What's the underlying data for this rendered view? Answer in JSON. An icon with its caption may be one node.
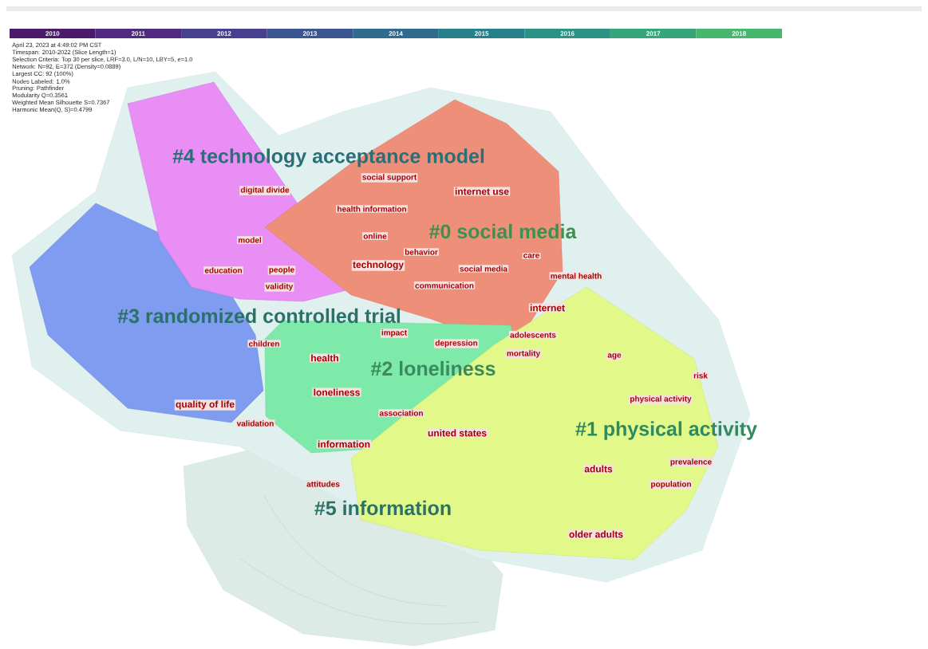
{
  "diagram": {
    "nodes": [
      {
        "text": [
          "#4 technology acceptance model"
        ]
      },
      {
        "text": [
          "#0 social media"
        ]
      },
      {
        "text": [
          "#3 randomized controlled trial"
        ]
      },
      {
        "text": [
          "#2 loneliness"
        ]
      },
      {
        "text": [
          "#1 physical activity"
        ]
      },
      {
        "text": [
          "#5 information"
        ]
      }
    ],
    "labels": [
      "2010",
      "2011",
      "2012",
      "2013",
      "2014",
      "2015",
      "2016",
      "2017",
      "2018",
      "April 23, 2023 at 4:49:02 PM CST",
      "Timespan: 2010-2022 (Slice Length=1)",
      "Selection Criteria: Top 30 per slice, LRF=3.0, L/N=10, LBY=5, e=1.0",
      "Network: N=92, E=372 (Density=0.0889)",
      "Largest CC: 92 (100%)",
      "Nodes Labeled: 1.0%",
      "Pruning: Pathfinder",
      "Modularity Q=0.3561",
      "Weighted Mean Silhouette S=0.7367",
      "Harmonic Mean(Q, S)=0.4799",
      "social support",
      "digital divide",
      "internet use",
      "health information",
      "online",
      "model",
      "behavior",
      "care",
      "education",
      "people",
      "technology",
      "social media",
      "mental health",
      "validity",
      "communication",
      "internet",
      "impact",
      "adolescents",
      "children",
      "depression",
      "mortality",
      "health",
      "age",
      "risk",
      "loneliness",
      "quality of life",
      "physical activity",
      "association",
      "validation",
      "united states",
      "information",
      "prevalence",
      "adults",
      "attitudes",
      "population",
      "older adults"
    ]
  }
}
